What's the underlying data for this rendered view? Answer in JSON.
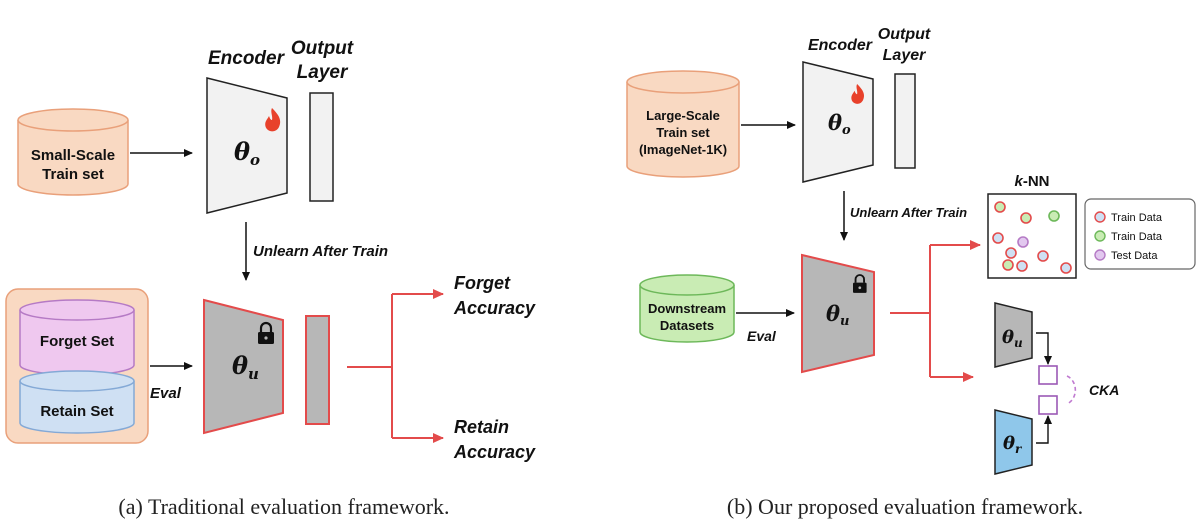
{
  "left": {
    "encoder_title": "Encoder",
    "output_layer_title": [
      "Output",
      "Layer"
    ],
    "train_set": [
      "Small-Scale",
      "Train set"
    ],
    "theta_o": "θ",
    "theta_o_sub": "o",
    "unlearn_label": "Unlearn After Train",
    "forget_set": "Forget Set",
    "retain_set": "Retain Set",
    "eval_label": "Eval",
    "theta_u": "θ",
    "theta_u_sub": "u",
    "forget_accuracy": [
      "Forget",
      "Accuracy"
    ],
    "retain_accuracy": [
      "Retain",
      "Accuracy"
    ],
    "caption": "(a) Traditional evaluation framework."
  },
  "right": {
    "encoder_title": "Encoder",
    "output_layer_title": [
      "Output",
      "Layer"
    ],
    "train_set": [
      "Large-Scale",
      "Train set",
      "(ImageNet-1K)"
    ],
    "theta_o": "θ",
    "theta_o_sub": "o",
    "unlearn_label": "Unlearn After Train",
    "downstream": [
      "Downstream",
      "Datasets"
    ],
    "eval_label": "Eval",
    "theta_u": "θ",
    "theta_u_sub": "u",
    "knn_title_k": "k",
    "knn_title_rest": "-NN",
    "legend": [
      "Train Data",
      "Train Data",
      "Test Data"
    ],
    "theta_u_small": "θ",
    "theta_u_small_sub": "u",
    "theta_r": "θ",
    "theta_r_sub": "r",
    "cka_label": "CKA",
    "caption": "(b) Our proposed evaluation framework."
  },
  "colors": {
    "orange_fill": "#f9d9c2",
    "orange_stroke": "#e9a07a",
    "gray_light": "#f2f2f2",
    "gray_dark": "#b7b7b7",
    "red": "#e34b4b",
    "purple_fill": "#efc8ef",
    "blue_fill": "#cfe0f3",
    "green_fill": "#c9ecb4",
    "theta_r_fill": "#8fc7ea",
    "flame": "#e8412b"
  }
}
